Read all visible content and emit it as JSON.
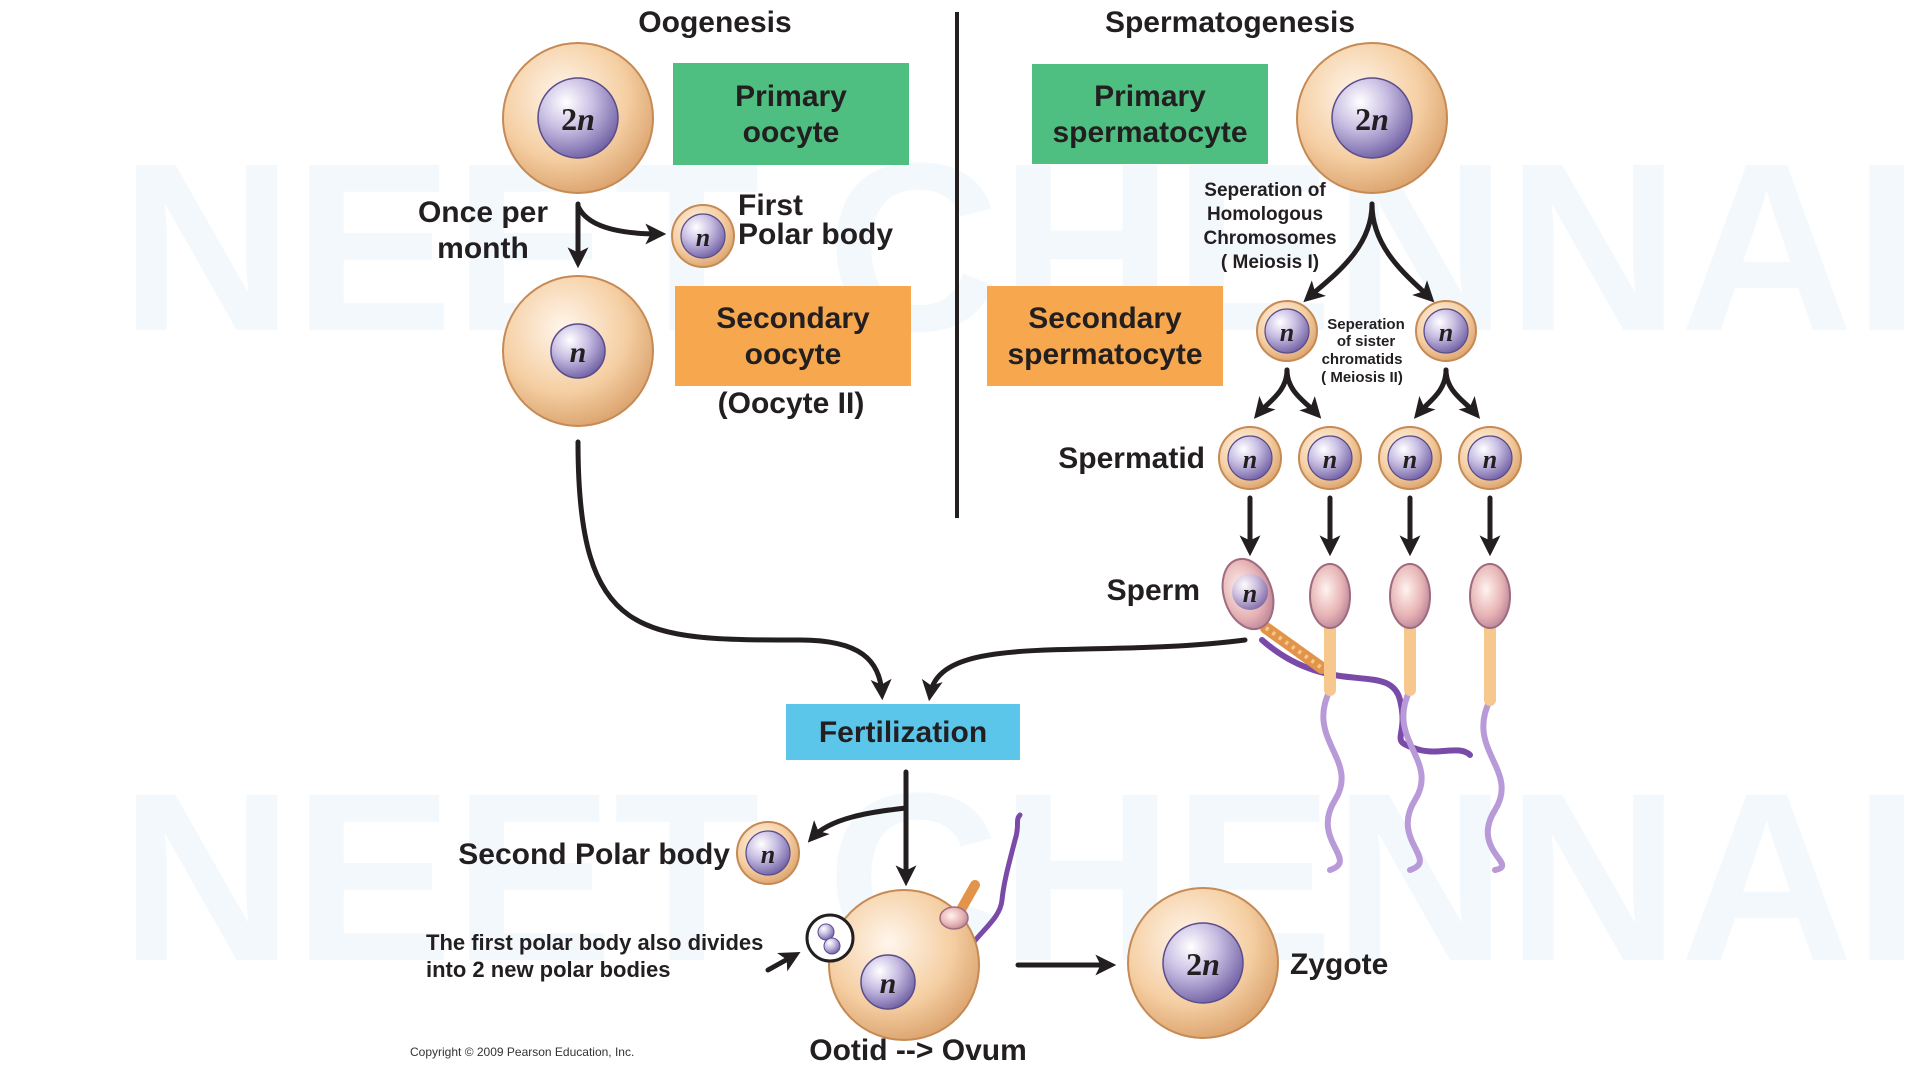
{
  "titles": {
    "oogenesis": "Oogenesis",
    "spermatogenesis": "Spermatogenesis"
  },
  "watermark": "NEET CHENNAI",
  "cell_labels": {
    "diploid_n": "2",
    "diploid_n_italic": "n",
    "haploid": "n"
  },
  "boxes": {
    "primary_oocyte": [
      "Primary",
      "oocyte"
    ],
    "secondary_oocyte": [
      "Secondary",
      "oocyte"
    ],
    "primary_spermatocyte": [
      "Primary",
      "spermatocyte"
    ],
    "secondary_spermatocyte": [
      "Secondary",
      "spermatocyte"
    ],
    "fertilization": "Fertilization"
  },
  "labels": {
    "oocyte_ii": "(Oocyte II)",
    "once_per_month": [
      "Once per",
      "month"
    ],
    "first_polar_body": [
      "First",
      "Polar body"
    ],
    "meiosis_i": [
      "Seperation of",
      "Homologous",
      "Chromosomes",
      "( Meiosis I)"
    ],
    "meiosis_ii": [
      "Seperation",
      "of sister",
      "chromatids",
      "( Meiosis II)"
    ],
    "spermatid": "Spermatid",
    "sperm": "Sperm",
    "second_polar_body": "Second Polar body",
    "first_polar_divides": [
      "The first polar body also divides",
      "into 2 new polar bodies"
    ],
    "ootid_ovum": "Ootid --> Ovum",
    "zygote": "Zygote",
    "copyright": "Copyright © 2009 Pearson Education, Inc."
  },
  "colors": {
    "green_box": "#4ebf80",
    "orange_box": "#f7a84e",
    "blue_box": "#5bc6ea",
    "cell_fill": "#f5cfa3",
    "cell_edge": "#d9a06a",
    "nucleus": "#8b7cb8",
    "tail": "#9a7fc8"
  }
}
